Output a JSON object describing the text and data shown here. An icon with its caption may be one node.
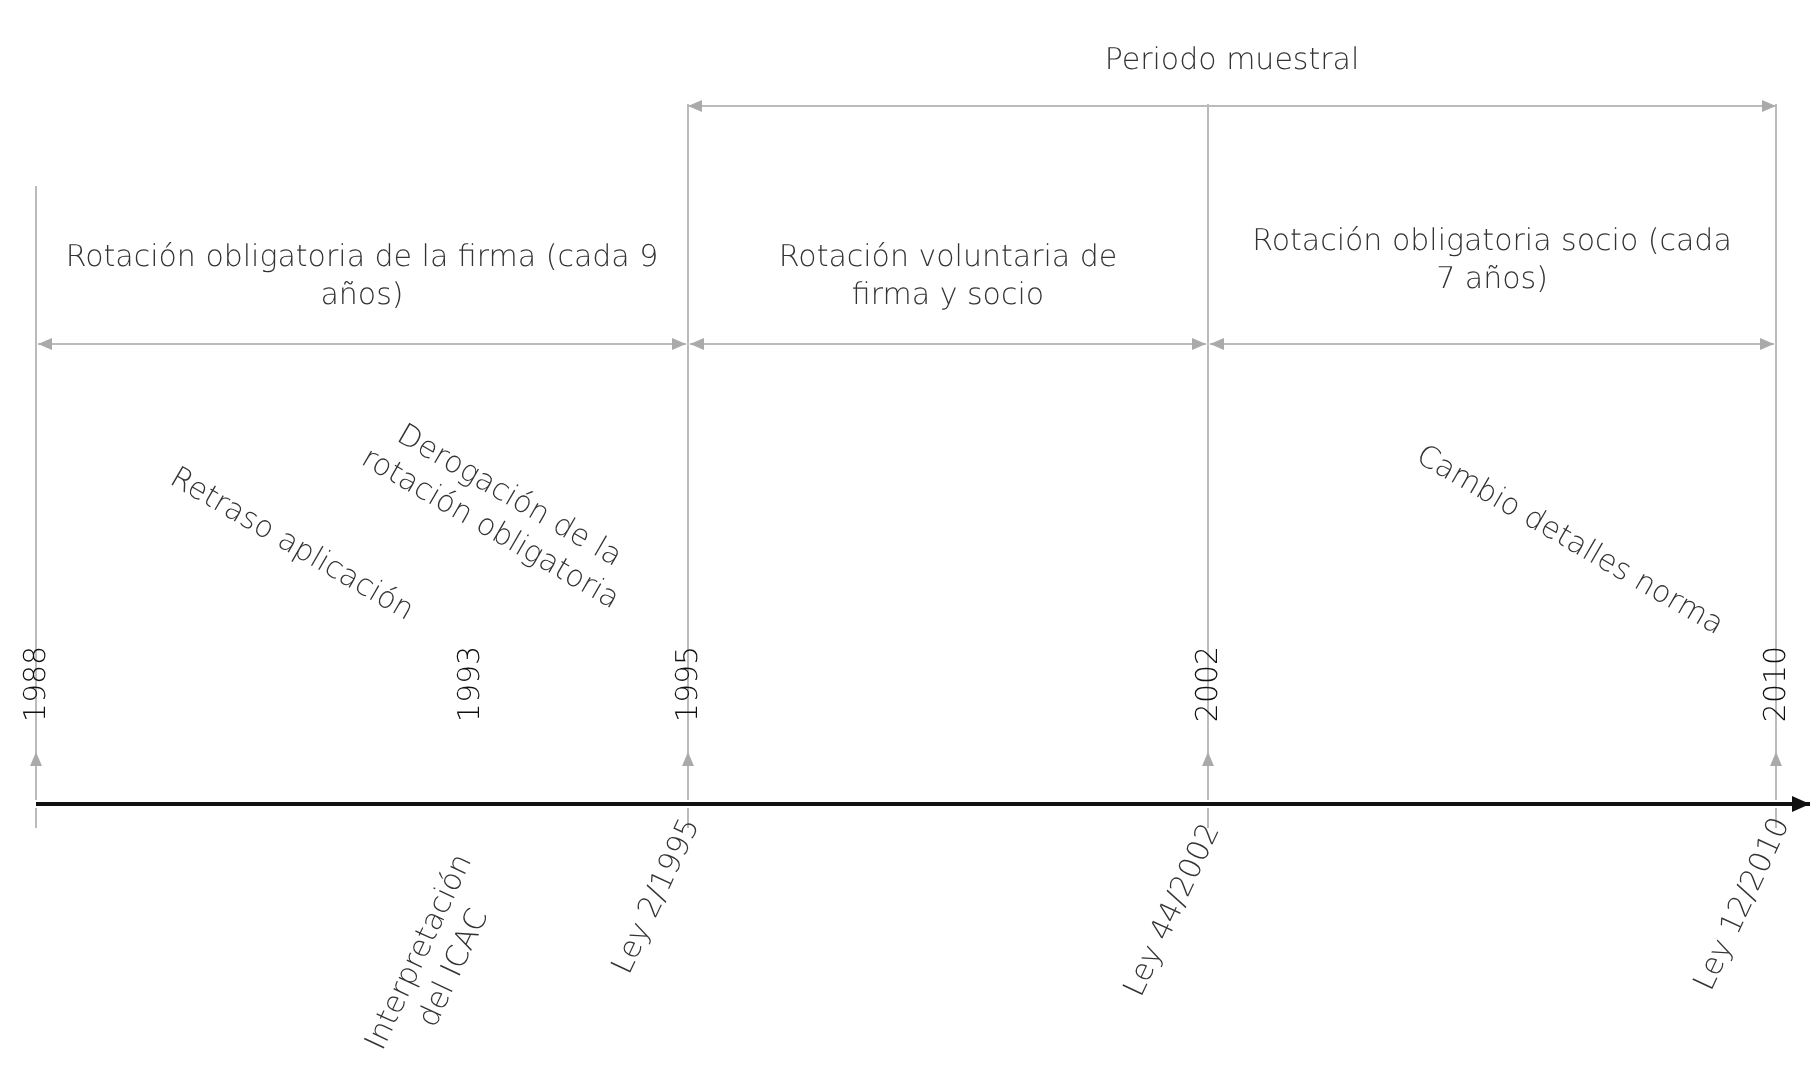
{
  "diagram": {
    "labels": [
      "Periodo muestral",
      "Rotación obligatoria de la firma (cada 9 años)",
      "Rotación voluntaria de firma y socio",
      "Rotación obligatoria socio (cada 7 años)",
      "Derogación de la rotación obligatoria",
      "Retraso aplicación",
      "Cambio detalles norma",
      "1988",
      "1993",
      "1995",
      "2002",
      "2010",
      "Interpretación del ICAC",
      "Ley 2/1995",
      "Ley 44/2002",
      "Ley 12/2010"
    ]
  }
}
